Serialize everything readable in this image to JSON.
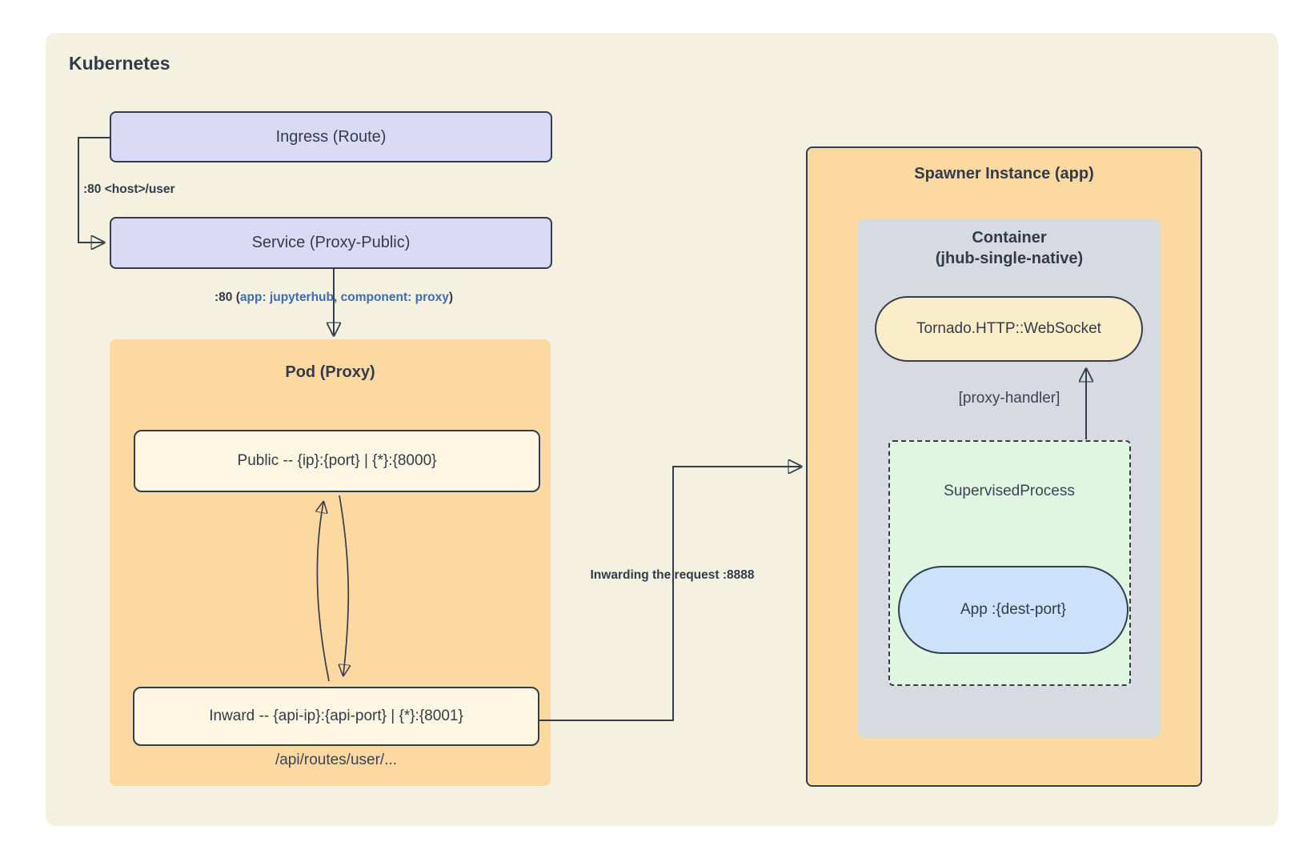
{
  "title": "Kubernetes",
  "nodes": {
    "ingress": "Ingress (Route)",
    "service": "Service (Proxy-Public)",
    "pod_title": "Pod (Proxy)",
    "public": "Public -- {ip}:{port} | {*}:{8000}",
    "inward": "Inward -- {api-ip}:{api-port} | {*}:{8001}",
    "routes_note": "/api/routes/user/...",
    "spawner_title": "Spawner Instance (app)",
    "container_line1": "Container",
    "container_line2": "(jhub-single-native)",
    "websocket": "Tornado.HTTP::WebSocket",
    "proxy_handler": "[proxy-handler]",
    "supervised": "SupervisedProcess",
    "app": "App :{dest-port}"
  },
  "edges": {
    "ingress_to_service": ":80 <host>/user",
    "service_to_pod_prefix": ":80 (",
    "service_to_pod_selector": "app: jupyterhub, component: proxy",
    "service_to_pod_suffix": ")",
    "inward_to_spawner": "Inwarding the request :8888"
  },
  "palette": {
    "page_bg": "#ffffff",
    "boundary_bg": "#f5f1e1",
    "orange": "#fcd9a1",
    "lavender": "#dbdaf6",
    "cream": "#fdf6e3",
    "pill_cream": "#fcedca",
    "container_gray": "#d7dae1",
    "process_green": "#dff6e0",
    "app_blue": "#cce1fa",
    "stroke": "#343d4c",
    "text": "#333b49",
    "edge_label_blue": "#3e6cb2"
  }
}
